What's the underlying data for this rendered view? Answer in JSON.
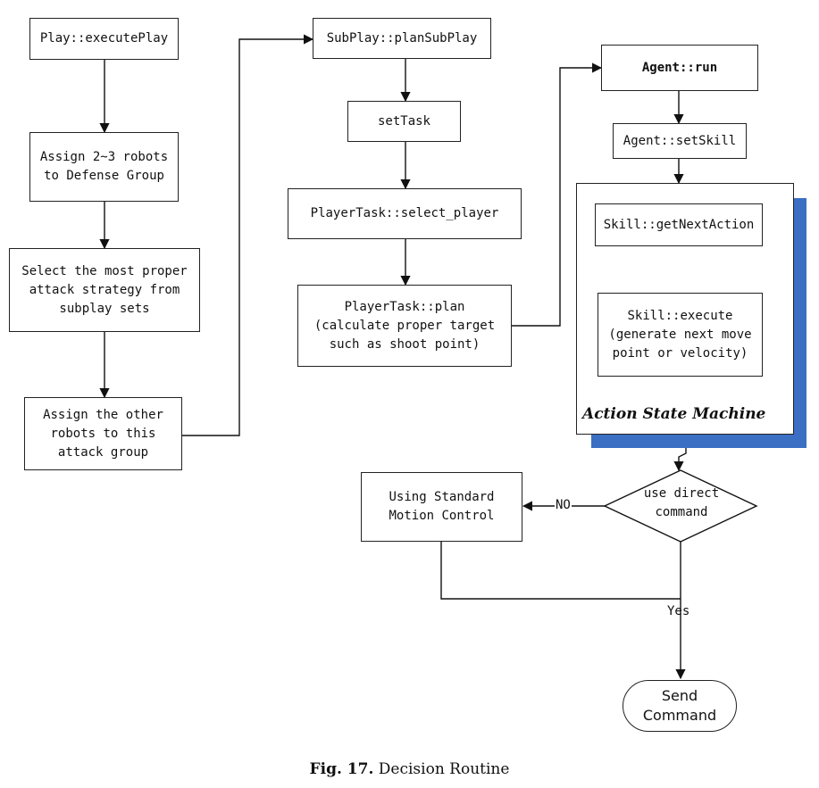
{
  "nodes": {
    "play_execute": "Play::executePlay",
    "assign_defense": "Assign 2~3 robots\nto Defense Group",
    "select_strategy": "Select the most proper\nattack strategy from\nsubplay sets",
    "assign_attack": "Assign the other\nrobots to this\nattack group",
    "subplay_plan": "SubPlay::planSubPlay",
    "set_task": "setTask",
    "select_player": "PlayerTask::select_player",
    "player_plan": "PlayerTask::plan\n(calculate proper target\nsuch as shoot point)",
    "agent_run": "Agent::run",
    "agent_set_skill": "Agent::setSkill",
    "skill_next_action": "Skill::getNextAction",
    "skill_execute": "Skill::execute\n(generate next move\npoint or velocity)",
    "action_state_machine": "Action State Machine",
    "decision": "use direct\ncommand",
    "standard_motion": "Using Standard\nMotion Control",
    "send_command": "Send\nCommand"
  },
  "edge_labels": {
    "no": "NO",
    "yes": "Yes"
  },
  "caption": {
    "label": "Fig. 17.",
    "text": "Decision Routine"
  },
  "colors": {
    "shadow": "#3a6fc4",
    "stroke": "#222222"
  }
}
